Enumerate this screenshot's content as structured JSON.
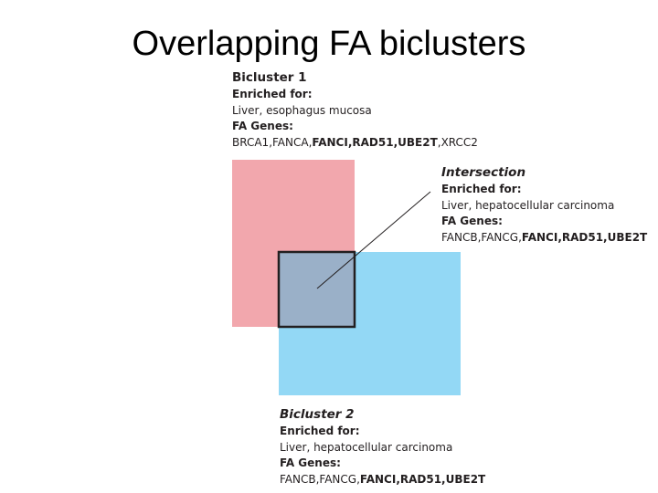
{
  "title": "Overlapping FA biclusters",
  "colors": {
    "bicluster_1_fill": "#f2a7ad",
    "bicluster_2_fill": "#93d8f5",
    "intersection_fill": "#9ab0c8",
    "intersection_border": "#231f20"
  },
  "bicluster_1": {
    "header": "Bicluster 1",
    "enriched_label": "Enriched for:",
    "enriched_value": "Liver, esophagus mucosa",
    "genes_label": "FA Genes:",
    "genes": [
      {
        "text": "BRCA1,FANCA,",
        "bold": false
      },
      {
        "text": "FANCI,RAD51,UBE2T",
        "bold": true
      },
      {
        "text": ",XRCC2",
        "bold": false
      }
    ]
  },
  "intersection": {
    "header": "Intersection",
    "enriched_label": "Enriched for:",
    "enriched_value": "Liver, hepatocellular carcinoma",
    "genes_label": "FA Genes:",
    "genes": [
      {
        "text": "FANCB,FANCG,",
        "bold": false
      },
      {
        "text": "FANCI,RAD51,UBE2T",
        "bold": true
      }
    ]
  },
  "bicluster_2": {
    "header": "Bicluster 2",
    "enriched_label": "Enriched for:",
    "enriched_value": "Liver, hepatocellular carcinoma",
    "genes_label": "FA Genes:",
    "genes": [
      {
        "text": "FANCB,FANCG,",
        "bold": false
      },
      {
        "text": "FANCI,RAD51,UBE2T",
        "bold": true
      }
    ]
  }
}
